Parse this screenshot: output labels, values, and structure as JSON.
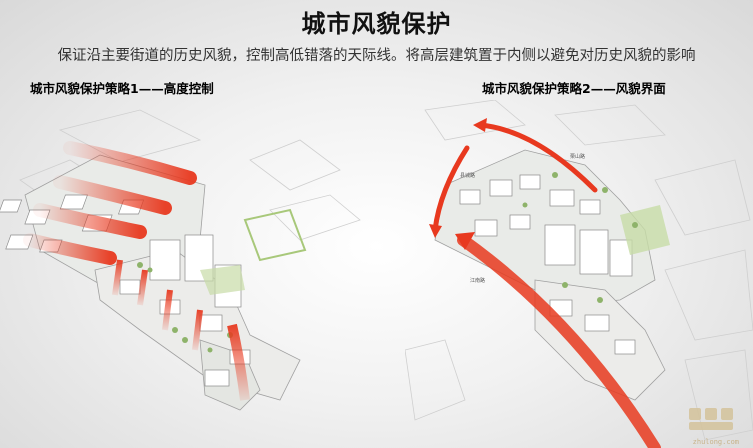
{
  "title": "城市风貌保护",
  "subtitle": "保证沿主要街道的历史风貌，控制高低错落的天际线。将高层建筑置于内侧以避免对历史风貌的影响",
  "strategies": [
    {
      "label": "城市风貌保护策略1——高度控制"
    },
    {
      "label": "城市风貌保护策略2——风貌界面"
    }
  ],
  "right_map": {
    "labels": [
      "栗山路",
      "县城路",
      "江南路"
    ]
  },
  "watermark": {
    "text": "zhulong.com"
  },
  "colors": {
    "arrow": "#e8391f",
    "arrow_light": "#f7a28a",
    "park": "#a8c87a",
    "building": "#ffffff",
    "outline": "#9a9a9a"
  }
}
